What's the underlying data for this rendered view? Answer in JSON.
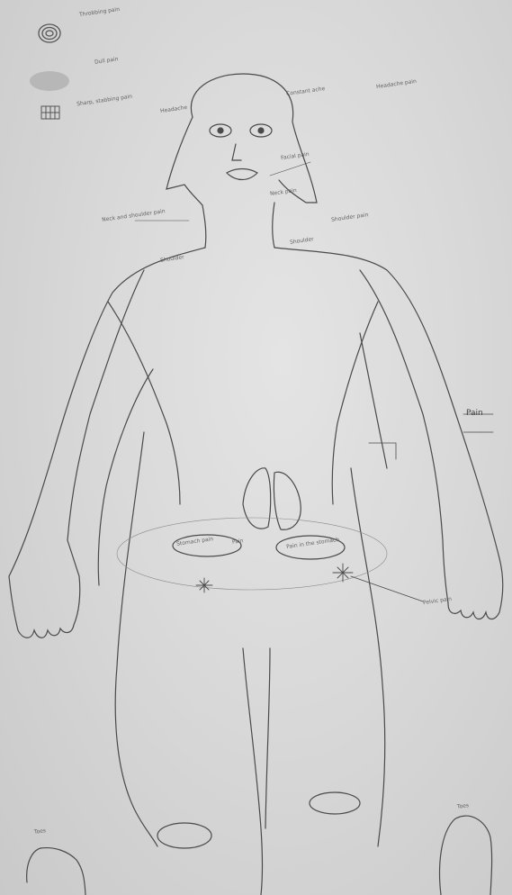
{
  "legend": {
    "items": [
      {
        "icon": "spiral-icon",
        "text": "Throbbing pain"
      },
      {
        "icon": "smudge-icon",
        "text": "Dull pain"
      },
      {
        "icon": "hatch-icon",
        "text": "Sharp, stabbing pain"
      }
    ]
  },
  "annotations": {
    "head_left": "Headache",
    "head_right": "Constant ache",
    "head_far_right": "Headache pain",
    "face_right": "Facial pain",
    "neck_right": "Neck pain",
    "neck_left": "Neck and shoulder pain",
    "shoulder_right": "Shoulder pain",
    "shoulder_tag": "Shoulder",
    "shoulder_left": "Shoulder",
    "arm_right": "Pain",
    "abdomen_left": "Stomach pain",
    "abdomen_left2": "Pain",
    "abdomen_right": "Pain in the stomach",
    "pelvis_right": "Pelvic pain",
    "foot_left": "Toes",
    "foot_right": "Toes"
  },
  "colors": {
    "paper": "#d9d9d9",
    "pencil": "#4a4a4a"
  }
}
